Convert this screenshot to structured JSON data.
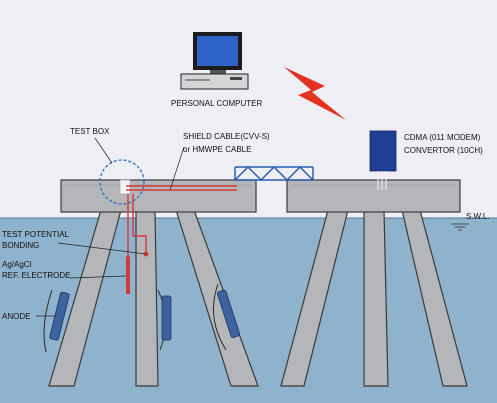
{
  "labels": {
    "personal_computer": "PERSONAL COMPUTER",
    "test_box": "TEST BOX",
    "shield_cable_line1": "SHIELD CABLE(CVV-S)",
    "shield_cable_line2": "or HMWPE CABLE",
    "cdma_line1": "CDMA (011 MODEM)",
    "cdma_line2": "CONVERTOR (10CH)",
    "swl": "S.W.L.",
    "test_potential_line1": "TEST POTENTIAL",
    "test_potential_line2": "BONDING",
    "electrode_line1": "Ag/AgCl",
    "electrode_line2": "REF. ELECTRODE",
    "anode": "ANODE"
  },
  "icons": {
    "computer": "personal-computer-icon",
    "wireless": "lightning-bolt-icon",
    "modem": "cdma-modem-box"
  },
  "colors": {
    "background": "#eeeff4",
    "sea": "#8fb3cc",
    "structure": "#b4b6b9",
    "structure_edge": "#3a3a3a",
    "cable": "#d23a3a",
    "bridge": "#2a5db0",
    "modem": "#1f3f95",
    "bolt": "#e23322",
    "test_box_circle": "#2b6fc4",
    "anode": "#3d62a0"
  }
}
